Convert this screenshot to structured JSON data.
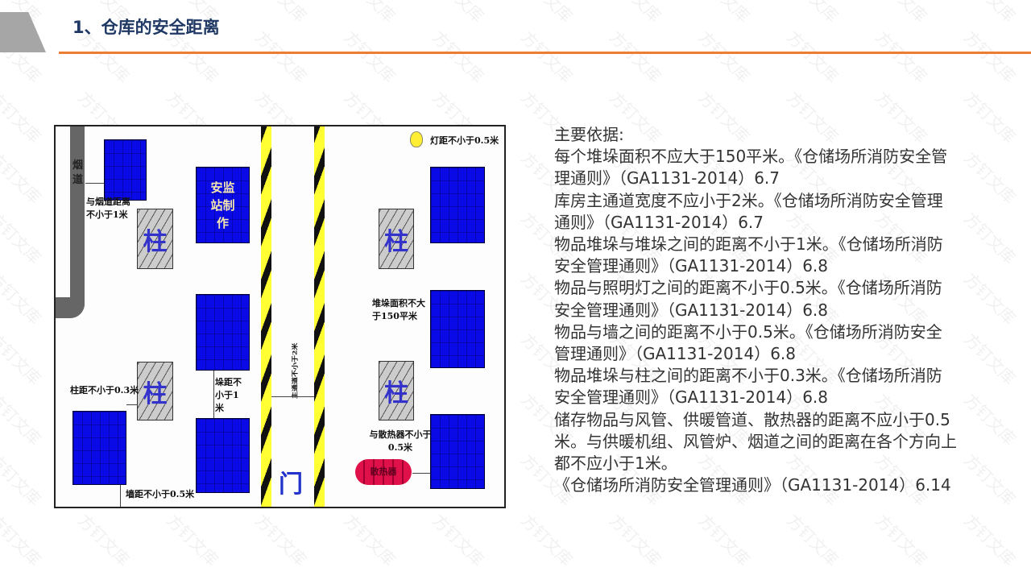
{
  "header": {
    "title": "1、仓库的安全距离",
    "accent": "#ed7d31",
    "title_color": "#1f3864"
  },
  "watermark": "方钉文库",
  "diagram": {
    "chimney_label": "烟道",
    "station_label": "安监站制作",
    "pillar_label": "柱",
    "chimney_distance": "与烟道距离不小于1米",
    "pillar_distance": "柱距不小于0.3米",
    "stack_distance": "垛距不小于1米",
    "wall_distance": "墙距不小于0.5米",
    "main_aisle": "主通道不小于2米",
    "door": "门",
    "lamp_distance": "灯距不小于0.5米",
    "stack_area": "堆垛面积不大于150平米",
    "radiator_distance": "与散热器不小于0.5米",
    "radiator": "散热器"
  },
  "content": {
    "heading": "主要依据:",
    "paragraphs": [
      "每个堆垛面积不应大于150平米。《仓储场所消防安全管理通则》（GA1131-2014）6.7",
      "库房主通道宽度不应小于2米。《仓储场所消防安全管理通则》（GA1131-2014）6.7",
      "物品堆垛与堆垛之间的距离不小于1米。《仓储场所消防安全管理通则》（GA1131-2014）6.8",
      "物品与照明灯之间的距离不小于0.5米。《仓储场所消防安全管理通则》（GA1131-2014）6.8",
      "物品与墙之间的距离不小于0.5米。《仓储场所消防安全管理通则》（GA1131-2014）6.8",
      "物品堆垛与柱之间的距离不小于0.3米。《仓储场所消防安全管理通则》（GA1131-2014）6.8",
      "储存物品与风管、供暖管道、散热器的距离不应小于0.5米。与供暖机组、风管炉、烟道之间的距离在各个方向上都不应小于1米。",
      "《仓储场所消防安全管理通则》（GA1131-2014）6.14"
    ]
  }
}
